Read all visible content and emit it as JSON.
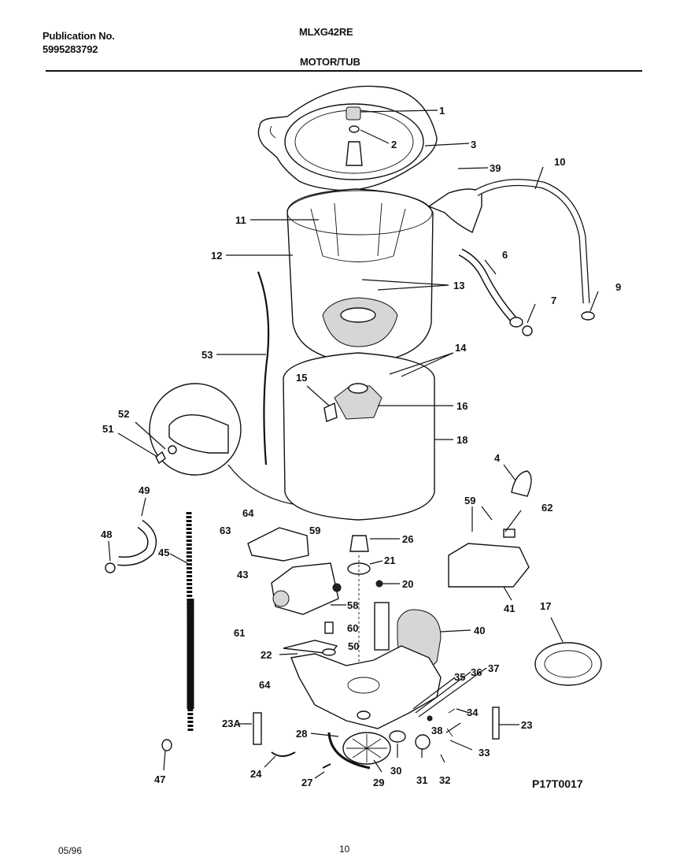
{
  "header": {
    "publication_label": "Publication No.",
    "publication_number": "5995283792",
    "model": "MLXG42RE",
    "section": "MOTOR/TUB"
  },
  "diagram": {
    "code": "P17T0017",
    "callouts": [
      "1",
      "2",
      "3",
      "39",
      "10",
      "11",
      "12",
      "6",
      "9",
      "7",
      "13",
      "53",
      "14",
      "15",
      "16",
      "18",
      "52",
      "51",
      "4",
      "49",
      "64",
      "59",
      "62",
      "63",
      "59",
      "26",
      "48",
      "45",
      "43",
      "21",
      "20",
      "58",
      "41",
      "17",
      "61",
      "60",
      "40",
      "50",
      "22",
      "35",
      "36",
      "37",
      "64",
      "34",
      "23A",
      "38",
      "23",
      "28",
      "33",
      "24",
      "30",
      "31",
      "32",
      "27",
      "29",
      "47"
    ]
  },
  "footer": {
    "date": "05/96",
    "page": "10"
  }
}
